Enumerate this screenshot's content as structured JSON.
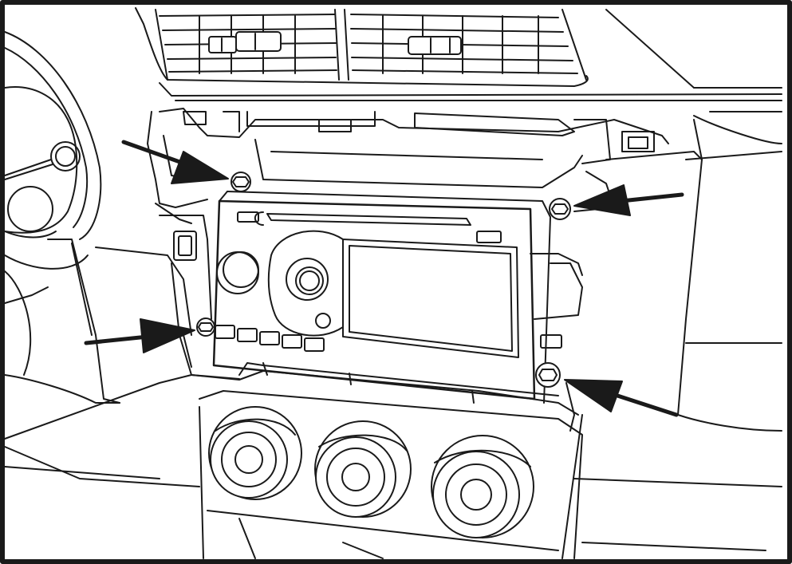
{
  "diagram": {
    "colors": {
      "ink": "#1a1a1a",
      "paper": "#ffffff"
    },
    "callouts": [
      {
        "id": "arrow-upper-left-bolt",
        "target": "upper-left-bolt"
      },
      {
        "id": "arrow-upper-right-bolt",
        "target": "upper-right-bolt"
      },
      {
        "id": "arrow-lower-left-bolt",
        "target": "lower-left-bolt"
      },
      {
        "id": "arrow-lower-right-bolt",
        "target": "lower-right-bolt"
      }
    ]
  }
}
